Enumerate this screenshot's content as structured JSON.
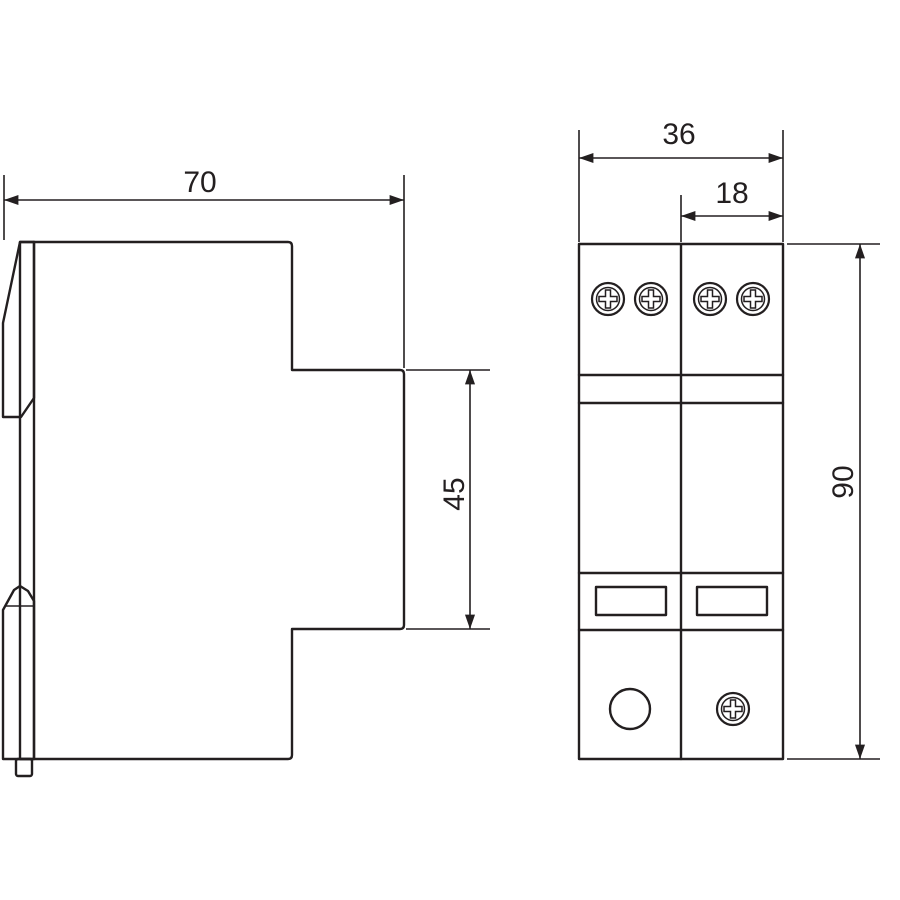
{
  "dimensions": {
    "side_width": "70",
    "side_rail_height": "45",
    "front_width": "36",
    "front_module_width": "18",
    "front_height": "90"
  },
  "colors": {
    "line": "#231f20",
    "background": "#ffffff"
  },
  "front_view": {
    "top_terminals": [
      "terminal-screw-icon",
      "terminal-screw-icon",
      "terminal-screw-icon",
      "terminal-screw-icon"
    ],
    "bottom_left": "circle-terminal-icon",
    "bottom_right": "terminal-screw-icon"
  }
}
